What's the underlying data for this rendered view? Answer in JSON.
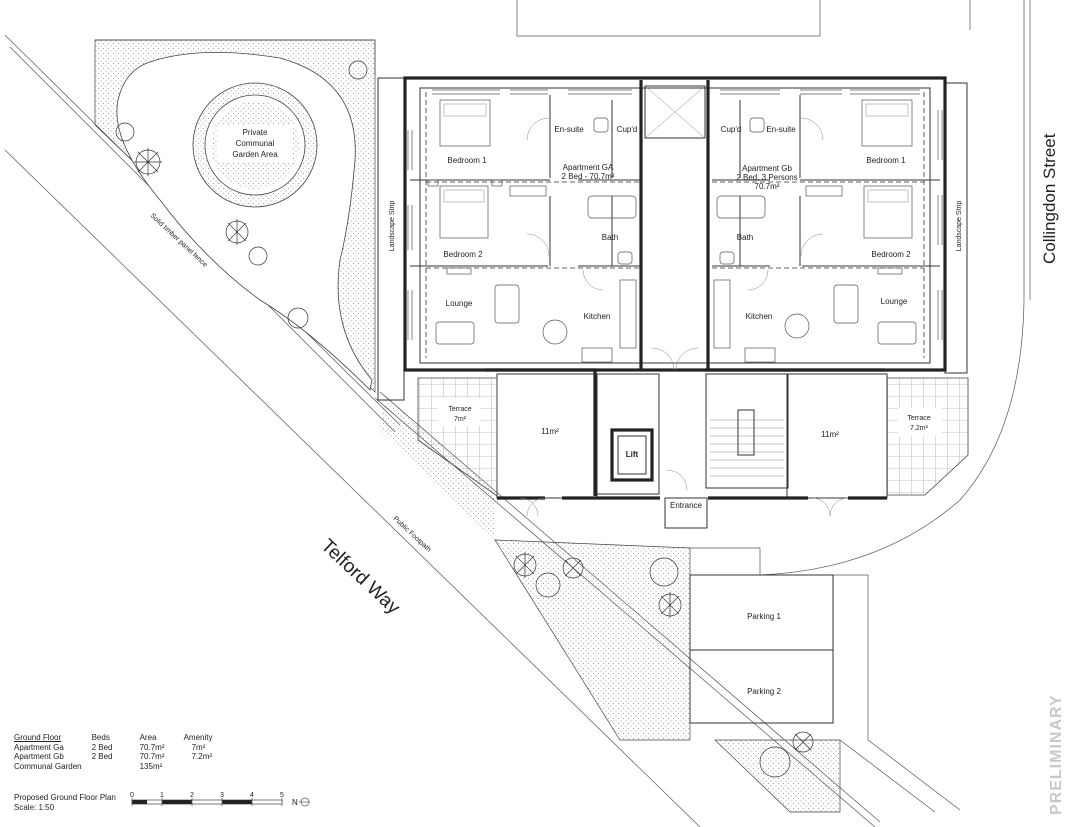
{
  "streets": {
    "collingdon": "Collingdon Street",
    "telford": "Telford Way"
  },
  "labels": {
    "fence": "Solid timber panel fence",
    "footpath": "Public Footpath",
    "landscape_left": "Landscape Strip",
    "landscape_right": "Landscape Strip",
    "garden_line1": "Private",
    "garden_line2": "Communal",
    "garden_line3": "Garden Area",
    "entrance": "Entrance",
    "lift": "Lift",
    "store_left": "11m²",
    "store_right": "11m²",
    "parking1": "Parking 1",
    "parking2": "Parking 2"
  },
  "apartment_a": {
    "title": "Apartment GA",
    "subtitle": "2 Bed - 70.7m²",
    "bedroom1": "Bedroom 1",
    "bedroom2": "Bedroom 2",
    "ensuite": "En-suite",
    "cupd": "Cup'd",
    "bath": "Bath",
    "lounge": "Lounge",
    "kitchen": "Kitchen",
    "terrace": "Terrace",
    "terrace_area": "7m²"
  },
  "apartment_b": {
    "title": "Apartment Gb",
    "subtitle": "2 Bed, 3 Persons",
    "area": "70.7m²",
    "bedroom1": "Bedroom 1",
    "bedroom2": "Bedroom 2",
    "ensuite": "En-suite",
    "cupd": "Cup'd",
    "bath": "Bath",
    "lounge": "Lounge",
    "kitchen": "Kitchen",
    "terrace": "Terrace",
    "terrace_area": "7.2m²"
  },
  "schedule": {
    "headers": [
      "Ground Floor",
      "Beds",
      "Area",
      "Amenity"
    ],
    "rows": [
      [
        "Apartment Ga",
        "2 Bed",
        "70.7m²",
        "7m²"
      ],
      [
        "Apartment Gb",
        "2 Bed",
        "70.7m²",
        "7.2m²"
      ],
      [
        "Communal Garden",
        "",
        "135m²",
        ""
      ]
    ]
  },
  "title_block": {
    "title": "Proposed Ground Floor Plan",
    "scale": "Scale: 1:50",
    "scale_ticks": [
      "0",
      "1",
      "2",
      "3",
      "4",
      "5"
    ],
    "north": "N"
  },
  "stamp": "PRELIMINARY"
}
